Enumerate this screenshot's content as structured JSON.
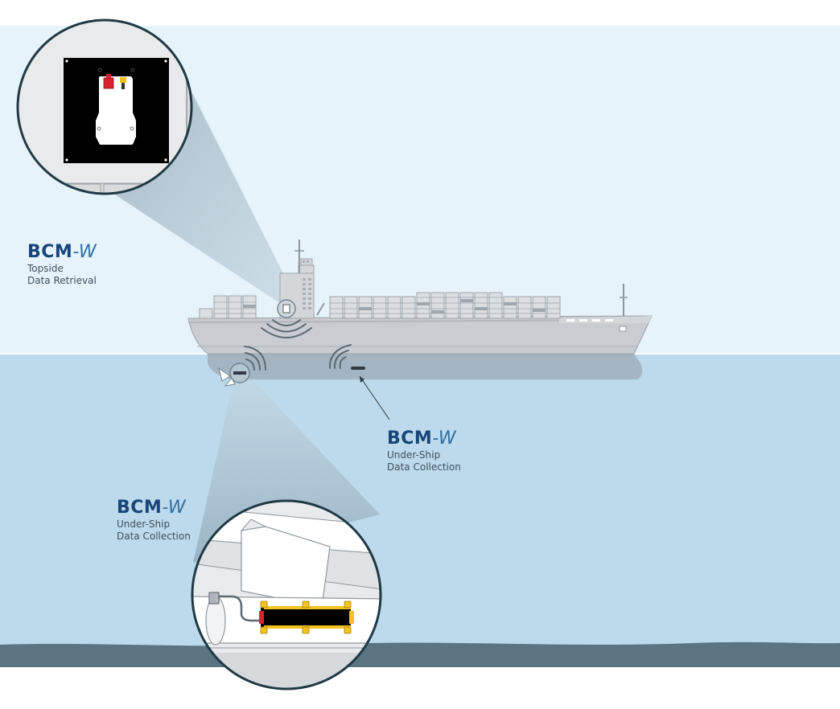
{
  "labels": {
    "topside": {
      "brand_bold": "BCM",
      "brand_italic": "-W",
      "line1": "Topside",
      "line2": "Data Retrieval"
    },
    "under_ship_mid": {
      "brand_bold": "BCM",
      "brand_italic": "-W",
      "line1": "Under-Ship",
      "line2": "Data Collection"
    },
    "under_ship_detail": {
      "brand_bold": "BCM",
      "brand_italic": "-W",
      "line1": "Under-Ship",
      "line2": "Data Collection"
    }
  },
  "colors": {
    "sky": "#e6f3fa",
    "water": "#bcdaeb",
    "seabed": "#5a7482",
    "hull": "#c9ccd0",
    "hull_underwater": "#a3b5c2",
    "brand_dark": "#18467a",
    "brand_light": "#2f6ea3",
    "sensor_black": "#000000",
    "sensor_yellow": "#f3c21e",
    "connector_red": "#d9212b"
  }
}
